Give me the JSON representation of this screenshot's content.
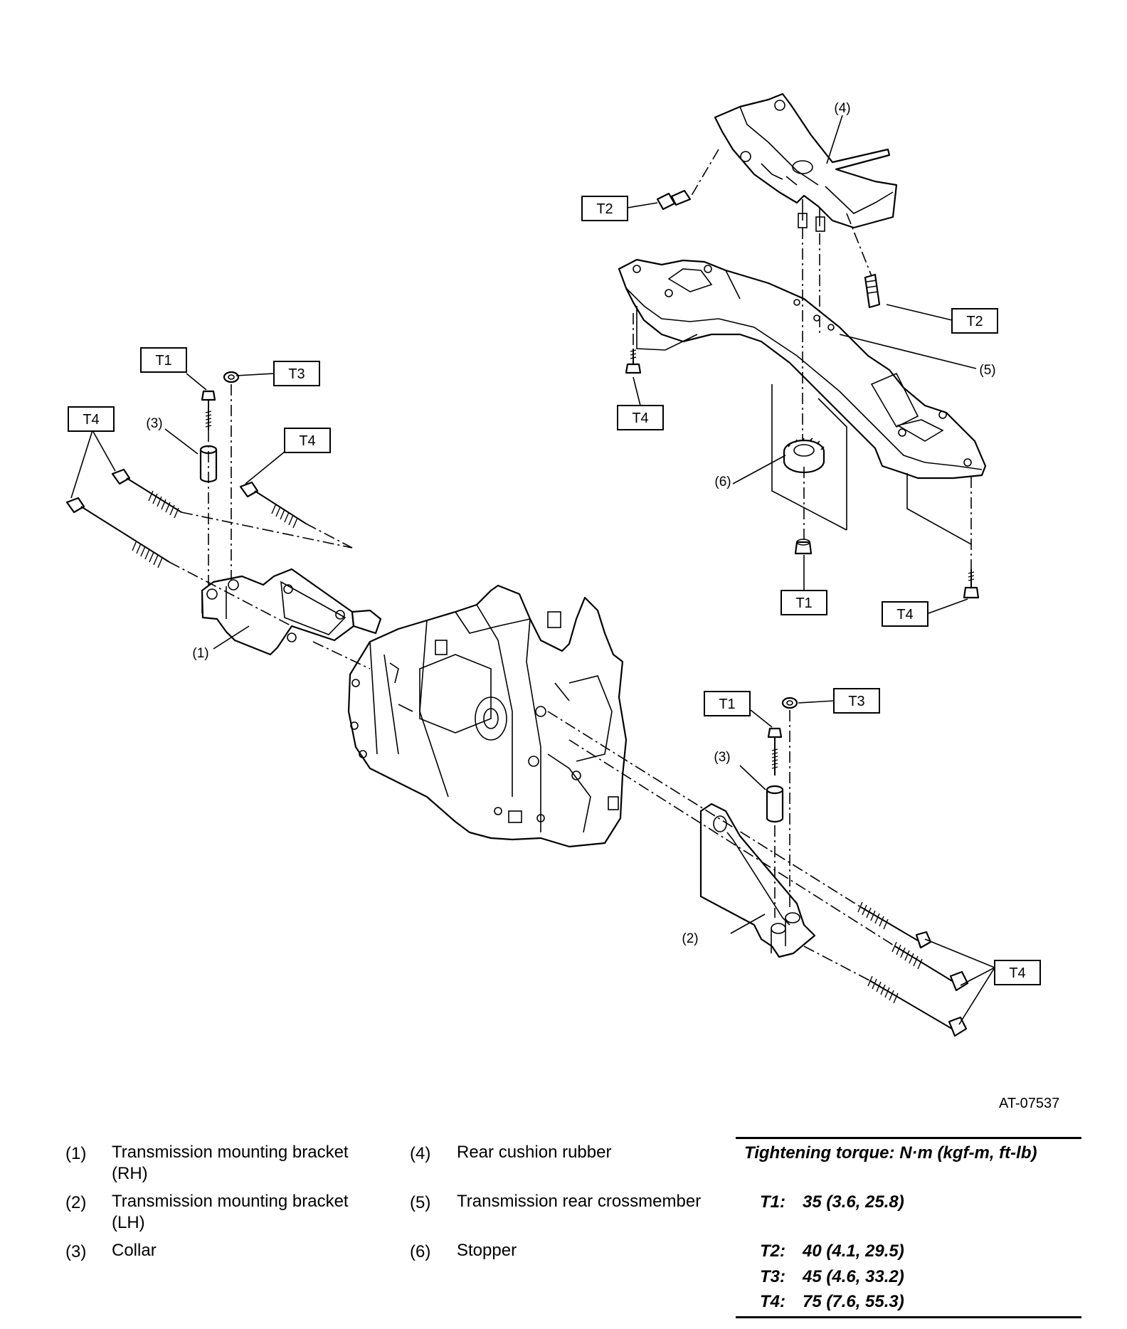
{
  "figure_code": "AT-07537",
  "callouts": {
    "c1": "(1)",
    "c2": "(2)",
    "c3a": "(3)",
    "c3b": "(3)",
    "c4": "(4)",
    "c5": "(5)",
    "c6": "(6)"
  },
  "torque_tags": {
    "t1a": "T1",
    "t1b": "T1",
    "t1c": "T1",
    "t2a": "T2",
    "t2b": "T2",
    "t3a": "T3",
    "t3b": "T3",
    "t4a": "T4",
    "t4b": "T4",
    "t4c": "T4",
    "t4d": "T4",
    "t4e": "T4"
  },
  "legend": [
    {
      "num": "(1)",
      "text": "Transmission mounting bracket",
      "text2": "(RH)"
    },
    {
      "num": "(2)",
      "text": "Transmission mounting bracket",
      "text2": "(LH)"
    },
    {
      "num": "(3)",
      "text": "Collar",
      "text2": ""
    },
    {
      "num": "(4)",
      "text": "Rear cushion rubber",
      "text2": ""
    },
    {
      "num": "(5)",
      "text": "Transmission rear crossmember",
      "text2": ""
    },
    {
      "num": "(6)",
      "text": "Stopper",
      "text2": ""
    }
  ],
  "torque": {
    "title": "Tightening torque: N·m (kgf-m, ft-lb)",
    "items": [
      {
        "key": "T1:",
        "value": "35 (3.6, 25.8)"
      },
      {
        "key": "T2:",
        "value": "40 (4.1, 29.5)"
      },
      {
        "key": "T3:",
        "value": "45 (4.6, 33.2)"
      },
      {
        "key": "T4:",
        "value": "75 (7.6, 55.3)"
      }
    ]
  }
}
